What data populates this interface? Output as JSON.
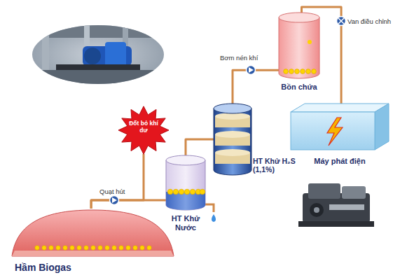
{
  "diagram": {
    "nodes": [
      {
        "text": [
          "Hầm Biogas"
        ]
      },
      {
        "text": [
          "Đốt bỏ khí dư"
        ]
      },
      {
        "text": [
          "HT Khử Nước"
        ]
      },
      {
        "text": [
          "HT Khử H₂S (1,1%)"
        ]
      },
      {
        "text": [
          "Bồn chứa"
        ]
      },
      {
        "text": [
          "Máy phát điện"
        ]
      }
    ],
    "edges": [
      {
        "from": 0,
        "to": 2,
        "arrow": "none"
      },
      {
        "from": 0,
        "to": 1,
        "arrow": "none"
      },
      {
        "from": 2,
        "to": 3,
        "arrow": "none"
      },
      {
        "from": 3,
        "to": 4,
        "arrow": "none"
      },
      {
        "from": 4,
        "to": 5,
        "arrow": "none"
      }
    ],
    "labels": [
      "Quạt hút",
      "Bơm nén khí",
      "Van điều chỉnh"
    ]
  }
}
